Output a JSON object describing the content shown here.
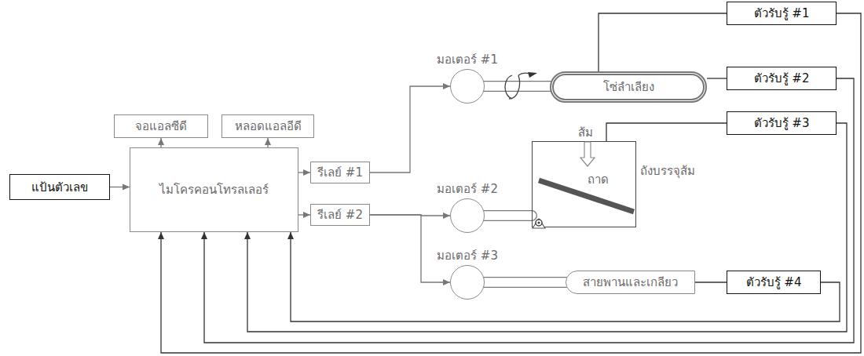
{
  "diagram": {
    "nodes": [
      {
        "text": [
          "แป้นตัวเลข"
        ]
      },
      {
        "text": [
          "ไมโครคอนโทรลเลอร์"
        ]
      },
      {
        "text": [
          "จอแอลซีดี"
        ]
      },
      {
        "text": [
          "หลอดแอลอีดี"
        ]
      },
      {
        "text": [
          "รีเลย์ #1"
        ]
      },
      {
        "text": [
          "รีเลย์ #2"
        ]
      },
      {
        "text": [
          "มอเตอร์ #1"
        ]
      },
      {
        "text": [
          "โซ่ลำเลียง"
        ]
      },
      {
        "text": [
          "ตัวรับรู้ #1"
        ]
      },
      {
        "text": [
          "ตัวรับรู้ #2"
        ]
      },
      {
        "text": [
          "ตัวรับรู้ #3"
        ]
      },
      {
        "text": [
          "มอเตอร์ #2"
        ]
      },
      {
        "text": [
          "ถังบรรจุส้ม"
        ]
      },
      {
        "text": [
          "มอเตอร์ #3"
        ]
      },
      {
        "text": [
          "สายพานและเกลียว"
        ]
      },
      {
        "text": [
          "ตัวรับรู้ #4"
        ]
      }
    ],
    "edges": [
      {
        "from": 0,
        "to": 1,
        "arrow": "to"
      },
      {
        "from": 1,
        "to": 2,
        "arrow": "to"
      },
      {
        "from": 1,
        "to": 3,
        "arrow": "to"
      },
      {
        "from": 1,
        "to": 4,
        "arrow": "to"
      },
      {
        "from": 1,
        "to": 5,
        "arrow": "to"
      },
      {
        "from": 4,
        "to": 6,
        "arrow": "to"
      },
      {
        "from": 5,
        "to": 11,
        "arrow": "to"
      },
      {
        "from": 5,
        "to": 13,
        "arrow": "to"
      },
      {
        "from": 6,
        "to": 7,
        "arrow": "none"
      },
      {
        "from": 11,
        "to": 12,
        "arrow": "none"
      },
      {
        "from": 13,
        "to": 14,
        "arrow": "none"
      },
      {
        "from": 8,
        "to": 7,
        "arrow": "none"
      },
      {
        "from": 9,
        "to": 7,
        "arrow": "none"
      },
      {
        "from": 10,
        "to": 12,
        "arrow": "none"
      },
      {
        "from": 14,
        "to": 15,
        "arrow": "none"
      },
      {
        "from": 8,
        "to": 1,
        "arrow": "to"
      },
      {
        "from": 9,
        "to": 1,
        "arrow": "to"
      },
      {
        "from": 10,
        "to": 1,
        "arrow": "to"
      },
      {
        "from": 15,
        "to": 1,
        "arrow": "to"
      }
    ],
    "labels": [
      "ส้ม",
      "ถาด"
    ]
  }
}
